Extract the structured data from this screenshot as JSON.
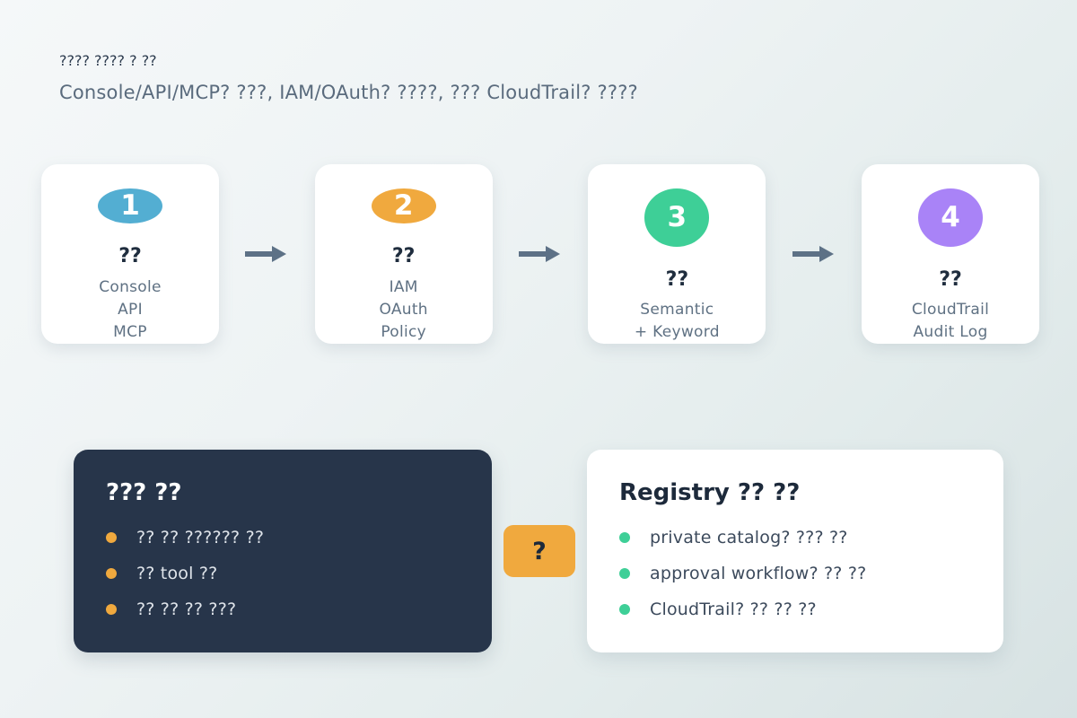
{
  "header": {
    "title": "???? ???? ? ??",
    "subtitle": "Console/API/MCP? ???, IAM/OAuth? ????, ??? CloudTrail? ????"
  },
  "theme": {
    "background_start": "#f5f8f9",
    "background_end": "#d7e2e3",
    "arrow_color": "#5d7186",
    "dark_panel_bg": "#27354a",
    "light_panel_bg": "#ffffff",
    "accent_orange": "#f0a93e",
    "accent_green": "#3ecf97"
  },
  "steps": [
    {
      "number": "1",
      "color": "#53aed2",
      "title": "??",
      "lines": [
        "Console",
        "API",
        "MCP"
      ]
    },
    {
      "number": "2",
      "color": "#f0a93e",
      "title": "??",
      "lines": [
        "IAM",
        "OAuth",
        "Policy"
      ]
    },
    {
      "number": "3",
      "color": "#3ecf97",
      "title": "??",
      "lines": [
        "Semantic",
        "+ Keyword"
      ]
    },
    {
      "number": "4",
      "color": "#a983f7",
      "title": "??",
      "lines": [
        "CloudTrail",
        "Audit Log"
      ]
    }
  ],
  "arrows": {
    "icon": "arrow-right-icon",
    "count": 3
  },
  "panels": {
    "dark": {
      "heading": "??? ??",
      "bullet_color": "#f0a93e",
      "items": [
        "?? ?? ?????? ??",
        "?? tool ??",
        "?? ?? ?? ???"
      ]
    },
    "light": {
      "heading": "Registry ?? ??",
      "bullet_color": "#3ecf97",
      "items": [
        "private catalog? ??? ??",
        "approval workflow? ?? ??",
        "CloudTrail? ?? ?? ??"
      ]
    },
    "center_badge": {
      "label": "?",
      "color": "#f0a93e"
    }
  }
}
